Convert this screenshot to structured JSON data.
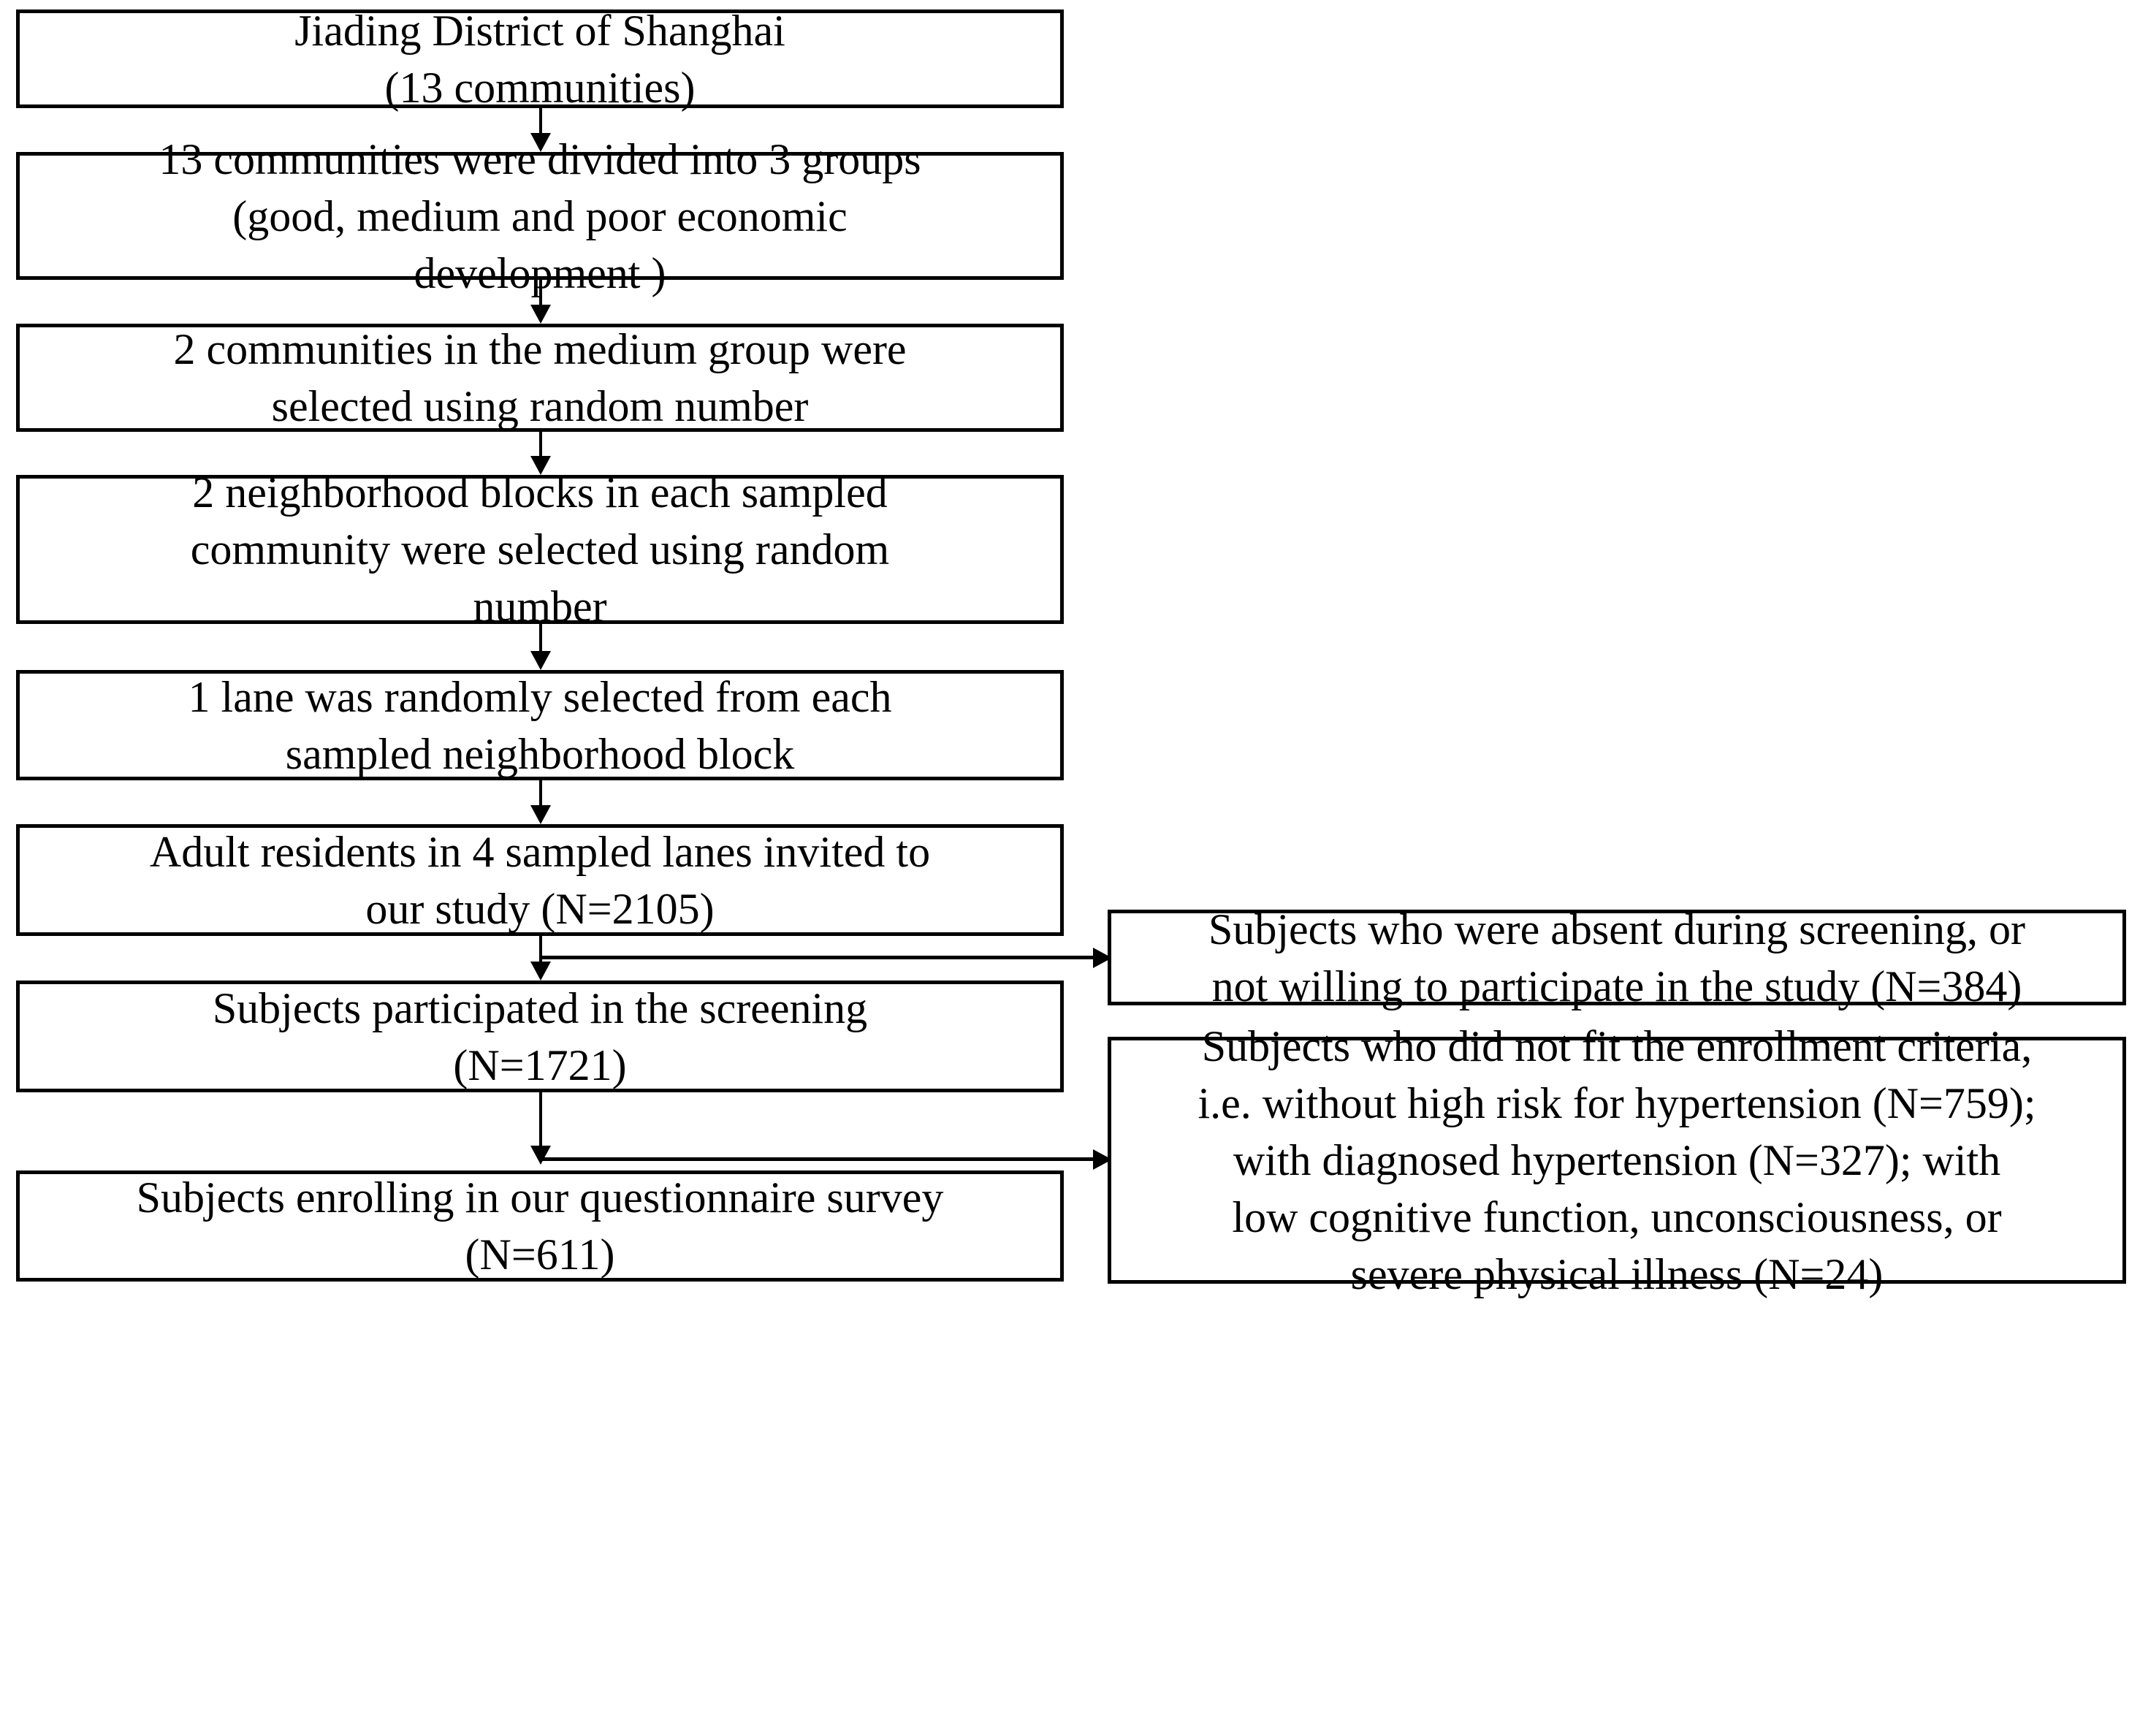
{
  "diagram": {
    "title": "Study sampling and enrollment flowchart",
    "type": "flowchart",
    "orientation": "top-to-bottom",
    "colors": {
      "box_border": "#000000",
      "box_fill": "#ffffff",
      "connector": "#000000",
      "text": "#000000"
    },
    "main_flow": [
      {
        "id": "district",
        "text": "Jiading District of Shanghai\n(13 communities)",
        "count": 13
      },
      {
        "id": "groups",
        "text": "13 communities were divided into 3 groups\n(good, medium and poor economic\ndevelopment )",
        "count": 3
      },
      {
        "id": "medium",
        "text": "2 communities in the medium group were\nselected using random number",
        "count": 2
      },
      {
        "id": "blocks",
        "text": "2 neighborhood blocks in each sampled\ncommunity were selected using random\nnumber",
        "count": 2
      },
      {
        "id": "lane",
        "text": "1 lane was randomly selected from each\nsampled neighborhood block",
        "count": 1
      },
      {
        "id": "invited",
        "text": "Adult residents in 4 sampled lanes invited to\nour study (N=2105)",
        "n": 2105
      },
      {
        "id": "screening",
        "text": "Subjects participated in the screening\n(N=1721)",
        "n": 1721
      },
      {
        "id": "enrolled",
        "text": "Subjects enrolling in our questionnaire survey\n(N=611)",
        "n": 611
      }
    ],
    "exclusions": [
      {
        "id": "excl-absent",
        "from": "invited",
        "text": "Subjects who were  absent during screening, or\nnot willing to participate in the study (N=384)",
        "n": 384
      },
      {
        "id": "excl-criteria",
        "from": "screening",
        "text": "Subjects who did not fit the enrollment criteria,\ni.e. without high risk for hypertension (N=759);\nwith diagnosed hypertension (N=327); with\nlow cognitive function, unconsciousness, or\nsevere physical illness (N=24)",
        "breakdown": [
          {
            "reason": "without high risk for hypertension",
            "n": 759
          },
          {
            "reason": "with diagnosed hypertension",
            "n": 327
          },
          {
            "reason": "low cognitive function, unconsciousness, or severe physical illness",
            "n": 24
          }
        ]
      }
    ],
    "connectors": [
      {
        "from": "district",
        "to": "groups",
        "kind": "arrow-down"
      },
      {
        "from": "groups",
        "to": "medium",
        "kind": "arrow-down"
      },
      {
        "from": "medium",
        "to": "blocks",
        "kind": "arrow-down"
      },
      {
        "from": "blocks",
        "to": "lane",
        "kind": "arrow-down"
      },
      {
        "from": "lane",
        "to": "invited",
        "kind": "arrow-down"
      },
      {
        "from": "invited",
        "to": "screening",
        "kind": "arrow-down"
      },
      {
        "from": "invited",
        "to": "excl-absent",
        "kind": "arrow-right"
      },
      {
        "from": "screening",
        "to": "enrolled",
        "kind": "arrow-down"
      },
      {
        "from": "screening",
        "to": "excl-criteria",
        "kind": "arrow-right"
      }
    ]
  }
}
